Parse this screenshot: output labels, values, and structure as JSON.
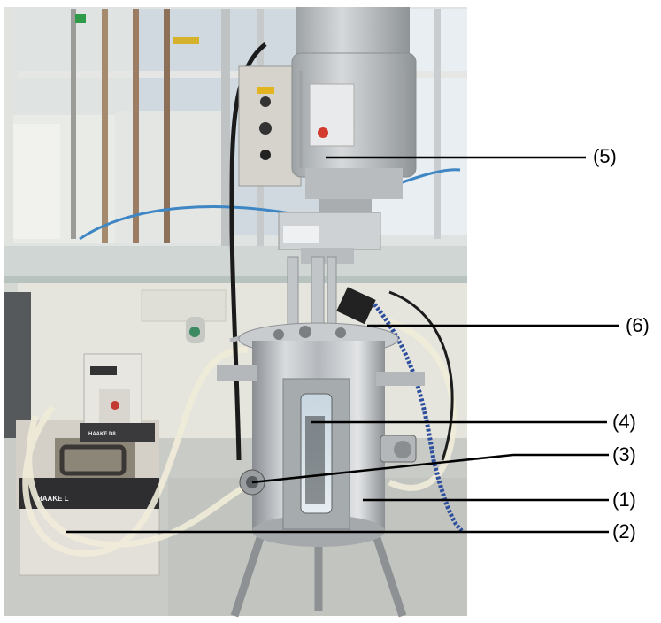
{
  "figure": {
    "callouts": [
      {
        "id": "5",
        "text": "(5)"
      },
      {
        "id": "6",
        "text": "(6)"
      },
      {
        "id": "4",
        "text": "(4)"
      },
      {
        "id": "3",
        "text": "(3)"
      },
      {
        "id": "1",
        "text": "(1)"
      },
      {
        "id": "2",
        "text": "(2)"
      }
    ],
    "device_labels": {
      "bath_brand": "HAAKE L",
      "controller_brand": "HAAKE D8"
    }
  }
}
